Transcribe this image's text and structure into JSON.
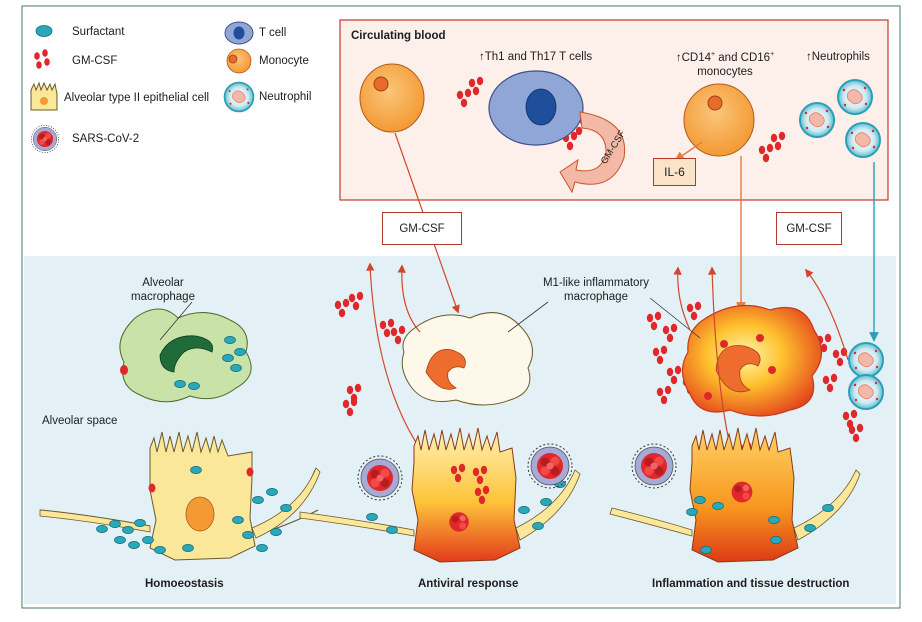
{
  "legend": {
    "surfactant": "Surfactant",
    "gmcsf": "GM-CSF",
    "at2": "Alveolar type II epithelial cell",
    "sars": "SARS-CoV-2",
    "tcell": "T cell",
    "monocyte": "Monocyte",
    "neutrophil": "Neutrophil"
  },
  "blood": {
    "title": "Circulating blood",
    "th": "↑Th1 and Th17 T cells",
    "mono_line1_a": "↑CD14",
    "mono_line1_b": " and CD16",
    "mono_sup": "+",
    "mono_line2": "monocytes",
    "neut": "↑Neutrophils",
    "il6": "IL-6",
    "arrow_label": "GM-CSF"
  },
  "boxes": {
    "gm_left": "GM-CSF",
    "gm_right": "GM-CSF"
  },
  "alveolar": {
    "macrophage_l1": "Alveolar",
    "macrophage_l2": "macrophage",
    "space": "Alveolar space",
    "m1_l1": "M1-like inflammatory",
    "m1_l2": "macrophage"
  },
  "stages": {
    "homeo": "Homoeostasis",
    "antiviral": "Antiviral response",
    "inflam": "Inflammation and tissue destruction"
  },
  "colors": {
    "gmcsf": "#e0282b",
    "surfactant": "#2aa7b8",
    "alveolar_bg": "#e3f1f6",
    "blood_bg": "#fdf0eb",
    "monocyte": "#f5a24a",
    "tcell": "#8fa6d6"
  }
}
